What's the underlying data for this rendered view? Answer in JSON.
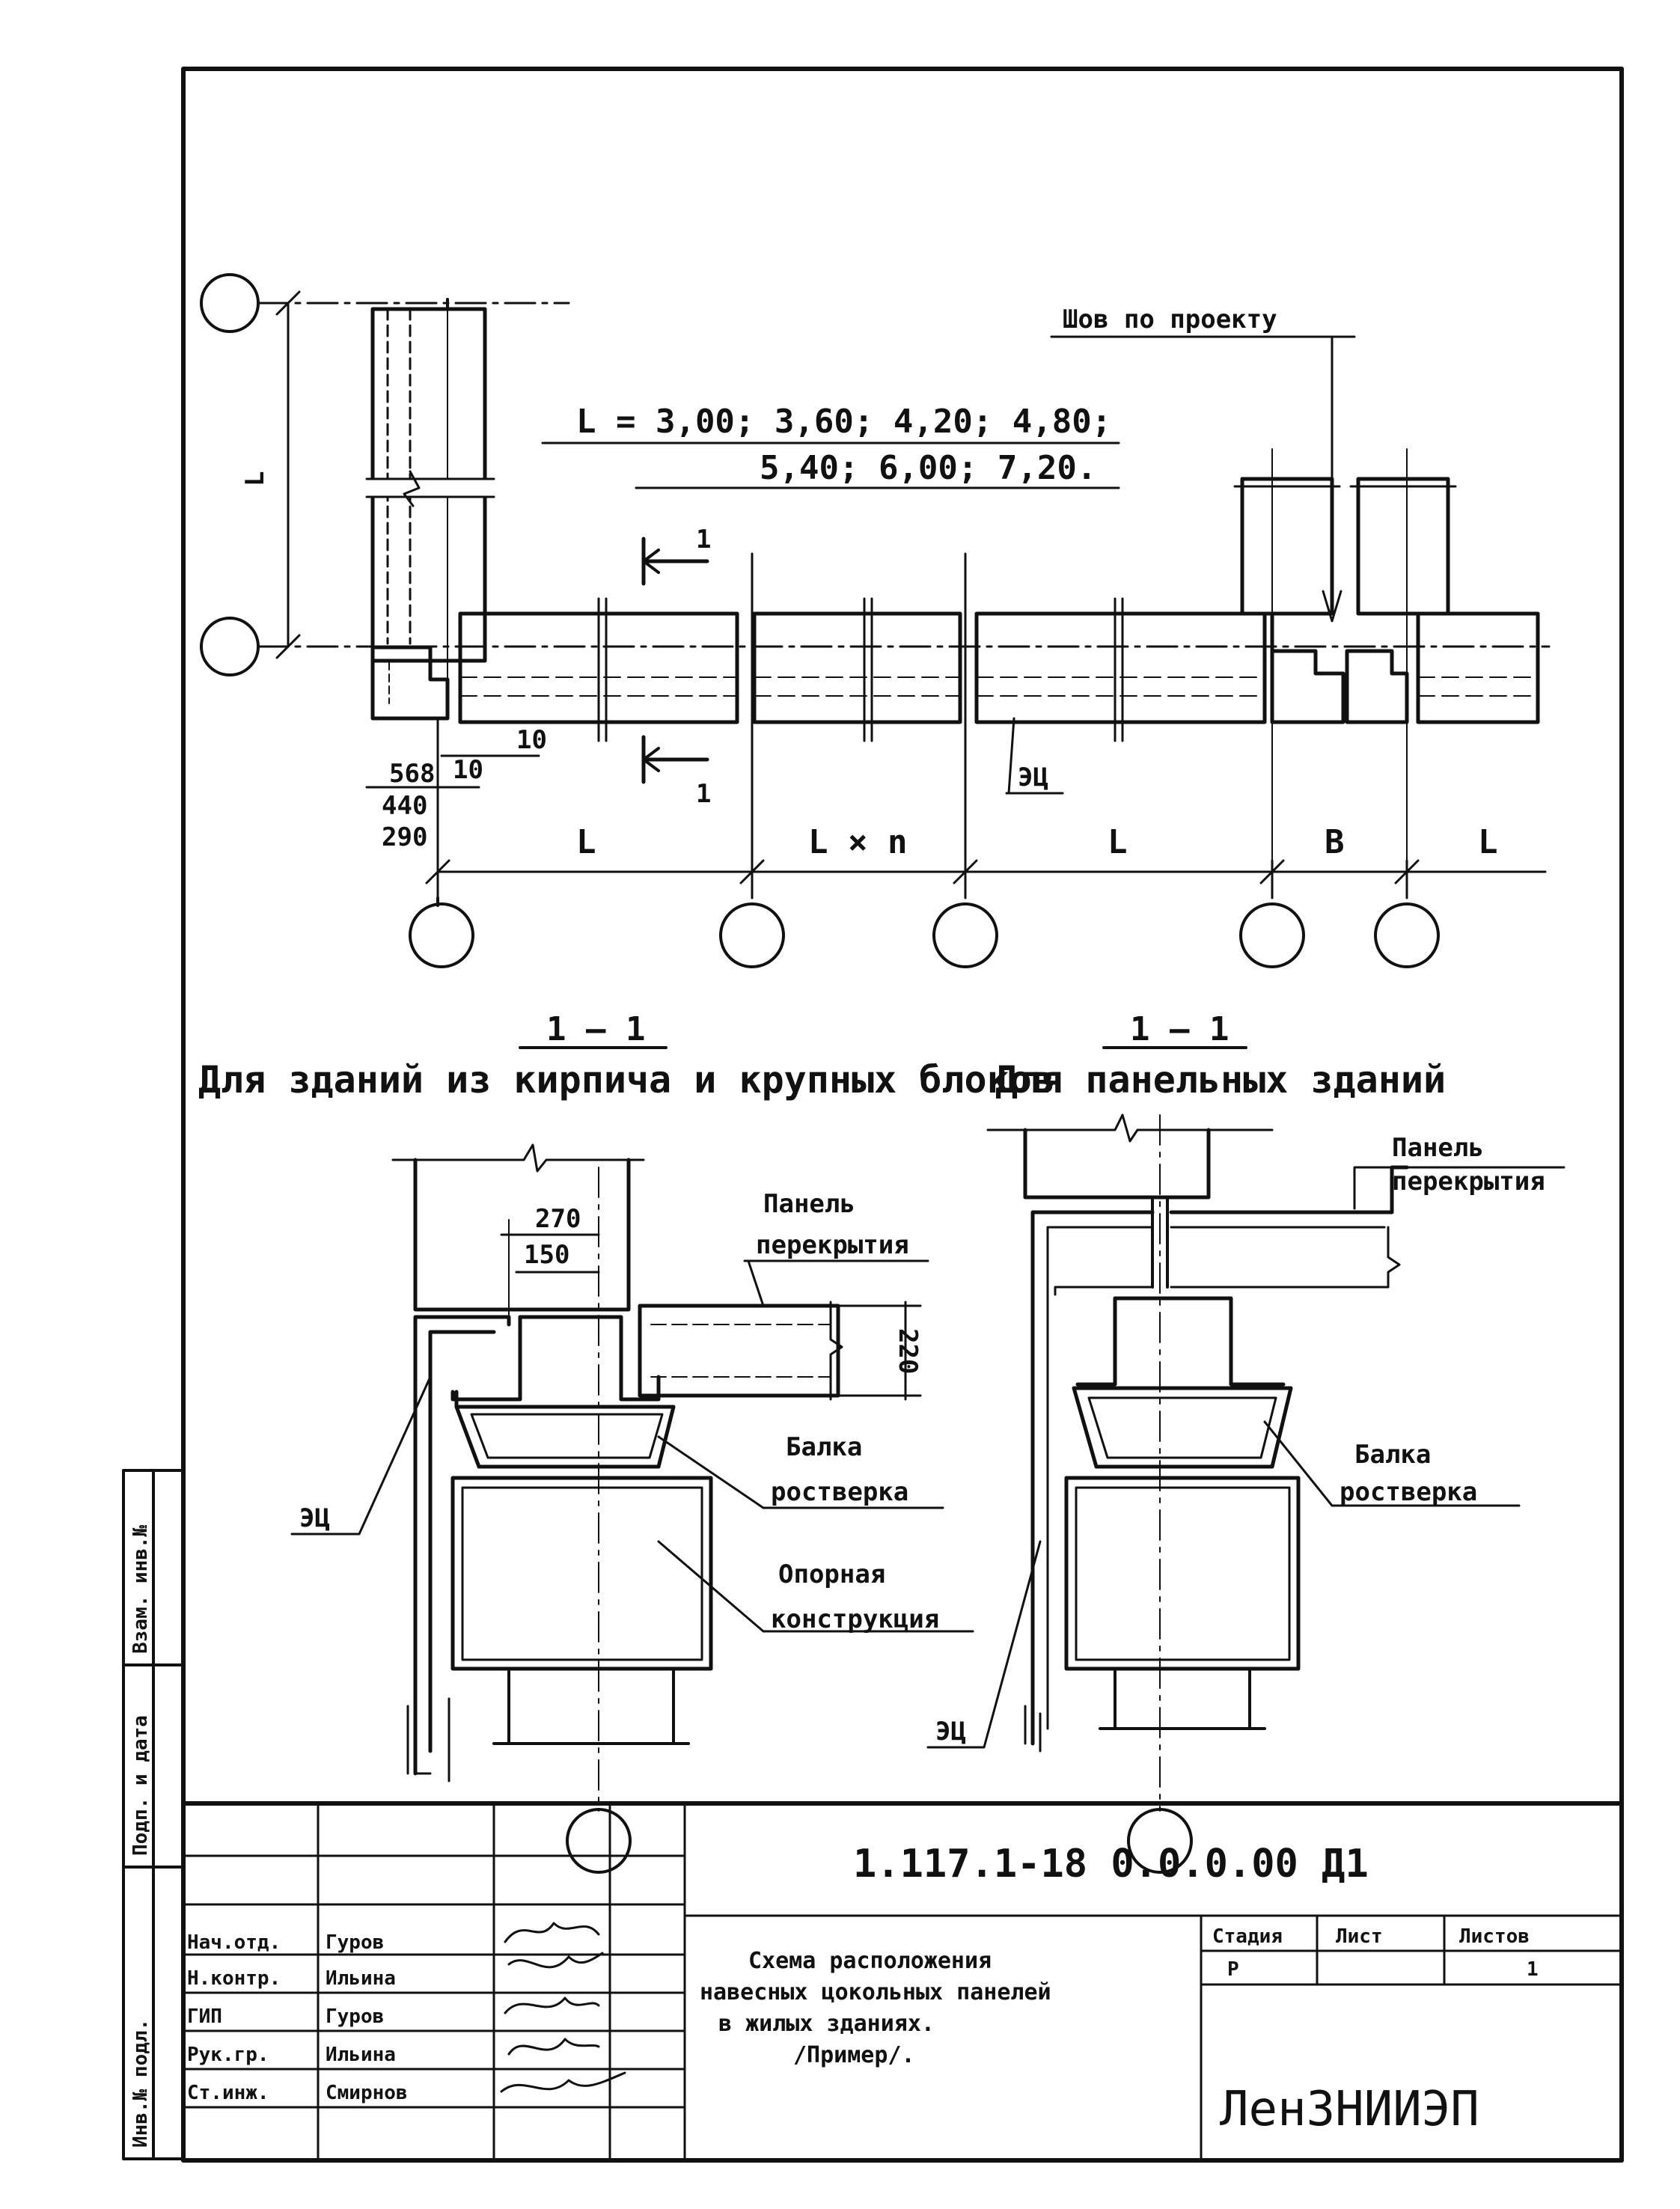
{
  "plan": {
    "seam_note": "Шов по проекту",
    "length_values_line1": "L = 3,00; 3,60; 4,20; 4,80;",
    "length_values_line2": "5,40; 6,00; 7,20.",
    "dim_568": "568",
    "dim_440": "440",
    "dim_290": "290",
    "dim_10a": "10",
    "dim_10b": "10",
    "section_marker_top": "1",
    "section_marker_bottom": "1",
    "label_ec": "ЭЦ",
    "label_L_vertical": "L",
    "spans": [
      "L",
      "L × n",
      "L",
      "В",
      "L"
    ]
  },
  "section_left": {
    "section_label": "1 — 1",
    "subtitle": "Для зданий из кирпича и крупных блоков",
    "dim_270": "270",
    "dim_150": "150",
    "dim_220": "220",
    "floor_panel_line1": "Панель",
    "floor_panel_line2": "перекрытия",
    "beam_line1": "Балка",
    "beam_line2": "ростверка",
    "support_line1": "Опорная",
    "support_line2": "конструкция",
    "label_ec": "ЭЦ"
  },
  "section_right": {
    "section_label": "1 — 1",
    "subtitle": "Для панельных зданий",
    "floor_panel_line1": "Панель",
    "floor_panel_line2": "перекрытия",
    "beam_line1": "Балка",
    "beam_line2": "ростверка",
    "label_ec": "ЭЦ"
  },
  "side_stamps": [
    "Инв.№ подл.",
    "Подп. и дата",
    "Взам. инв.№"
  ],
  "title_block": {
    "doc_code": "1.117.1-18 0.0.0.00 Д1",
    "roles": [
      "Нач.отд.",
      "Н.контр.",
      "ГИП",
      "Рук.гр.",
      "Ст.инж."
    ],
    "names": [
      "Гуров",
      "Ильина",
      "Гуров",
      "Ильина",
      "Смирнов"
    ],
    "title_line1": "Схема расположения",
    "title_line2": "навесных цокольных панелей",
    "title_line3": "в жилых зданиях.",
    "title_line4": "/Пример/.",
    "stage_header": "Стадия",
    "sheet_header": "Лист",
    "sheets_header": "Листов",
    "stage_value": "Р",
    "sheet_value": "",
    "sheets_value": "1",
    "organization": "ЛенЗНИИЭП"
  }
}
